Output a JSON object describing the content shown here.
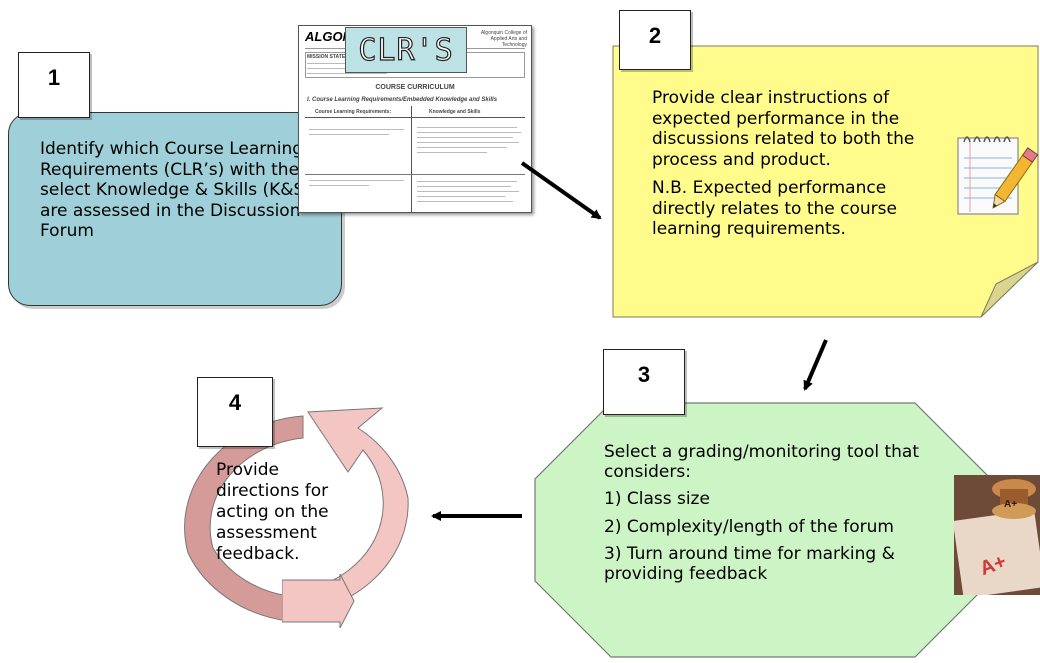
{
  "steps": [
    {
      "number": "1",
      "text": [
        "Identify which Course Learning Requirements (CLR’s) with the select Knowledge & Skills (K&S) are assessed in the Discussion Forum"
      ]
    },
    {
      "number": "2",
      "text": [
        "Provide clear instructions of expected performance in the discussions related to both the process and product.",
        "N.B. Expected performance directly relates to the course learning requirements."
      ]
    },
    {
      "number": "3",
      "text": [
        "Select a grading/monitoring tool that considers:",
        "1) Class size",
        "2) Complexity/length of the forum",
        "3) Turn around time for marking & providing feedback"
      ]
    },
    {
      "number": "4",
      "text": [
        "Provide directions for acting on the assessment feedback."
      ]
    }
  ],
  "document_thumbnail": {
    "stamp": "CLR'S",
    "logo": "ALGONQ",
    "college": "Algonquin College of Applied Arts and Technology",
    "mission_heading": "MISSION STATEMENT",
    "heading": "COURSE CURRICULUM",
    "subheading": "I.   Course Learning Requirements/Embedded Knowledge and Skills",
    "col1": "Course Learning Requirements:",
    "col2": "Knowledge and Skills"
  },
  "colors": {
    "step1_fill": "#9fcfd8",
    "step2_fill": "#fffc8c",
    "step3_fill": "#ccf4c4",
    "cycle_fill": "#f4c6c3",
    "arrow": "#000000"
  },
  "icons": [
    "notepad-pencil-icon",
    "grade-stamp-icon"
  ]
}
